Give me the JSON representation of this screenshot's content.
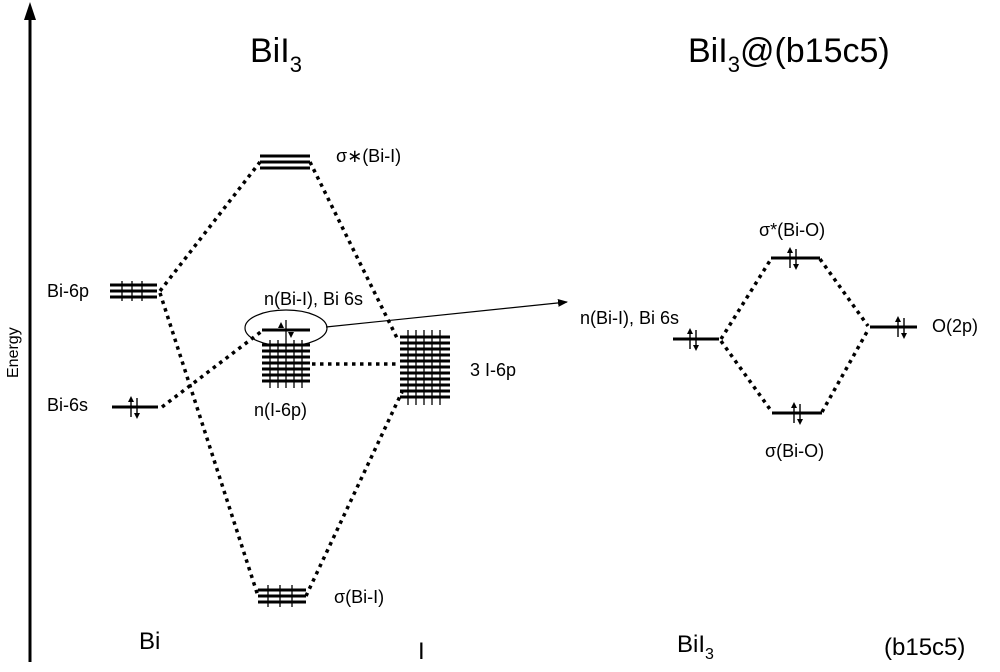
{
  "titles": {
    "left_main": "BiI",
    "left_sub": "3",
    "right_main": "BiI",
    "right_sub": "3",
    "right_rest": "@(b15c5)"
  },
  "axis": {
    "label": "Energy"
  },
  "labels": {
    "sigma_star_bi_i": "σ∗(Bi-I)",
    "bi_6p": "Bi-6p",
    "n_bi_i_bi_6s_left": "n(Bi-I), Bi 6s",
    "bi_6s": "Bi-6s",
    "three_i_6p": "3 I-6p",
    "n_i_6p": "n(I-6p)",
    "sigma_bi_i": "σ(Bi-I)",
    "n_bi_i_bi_6s_right": "n(Bi-I), Bi 6s",
    "sigma_star_bi_o": "σ*(Bi-O)",
    "o_2p": "O(2p)",
    "sigma_bi_o": "σ(Bi-O)"
  },
  "columns": {
    "bi": "Bi",
    "i": "I",
    "bii3_main": "BiI",
    "bii3_sub": "3",
    "b15c5": "(b15c5)"
  }
}
